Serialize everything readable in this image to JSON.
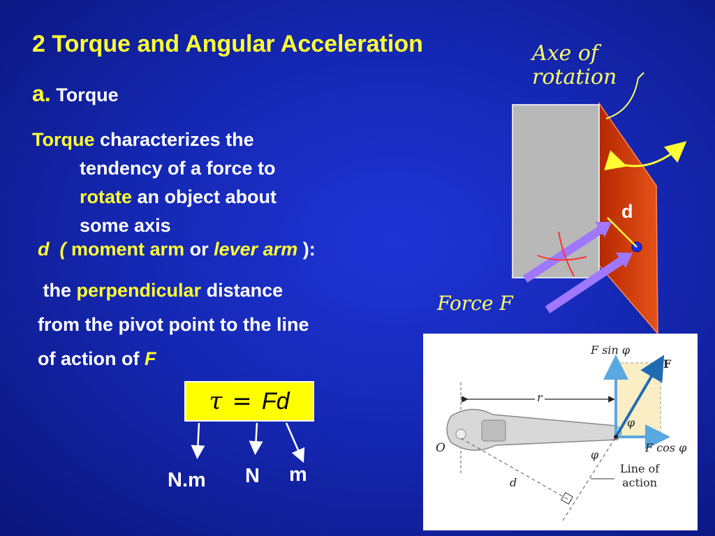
{
  "title": {
    "number": "2",
    "text": "Torque and Angular Acceleration"
  },
  "subtitle": {
    "letter": "a.",
    "text": "Torque"
  },
  "definition": {
    "term": "Torque",
    "part1": "characterizes the",
    "line2": "tendency of a force to",
    "term2": "rotate",
    "part3": "an object about",
    "line4": "some axis"
  },
  "moment_arm": {
    "symbol": "d",
    "open": "(",
    "term1": "moment arm",
    "or": "or",
    "term2": "lever arm",
    "close": "):"
  },
  "description": {
    "the": "the",
    "term": "perpendicular",
    "rest1": "distance",
    "line2": "from the pivot point to the line",
    "line3": "of action of",
    "symbol": "F"
  },
  "formula": {
    "tau": "τ",
    "eq": "=",
    "rhs": "Fd"
  },
  "units": {
    "torque": "N.m",
    "force": "N",
    "distance": "m"
  },
  "door_figure": {
    "axis_label_line1": "Axe of",
    "axis_label_line2": "rotation",
    "d_label": "d",
    "force_label": "Force F"
  },
  "wrench_figure": {
    "fsin": "F sin φ",
    "f": "F",
    "r": "r",
    "phi": "φ",
    "phi2": "φ",
    "fcos": "F cos φ",
    "o": "O",
    "line_of_action_1": "Line of",
    "line_of_action_2": "action",
    "d": "d"
  },
  "colors": {
    "background": "#1528b4",
    "accent_yellow": "#ffff33",
    "door_red": "#d93a10",
    "arrow_purple": "#a078ff"
  }
}
